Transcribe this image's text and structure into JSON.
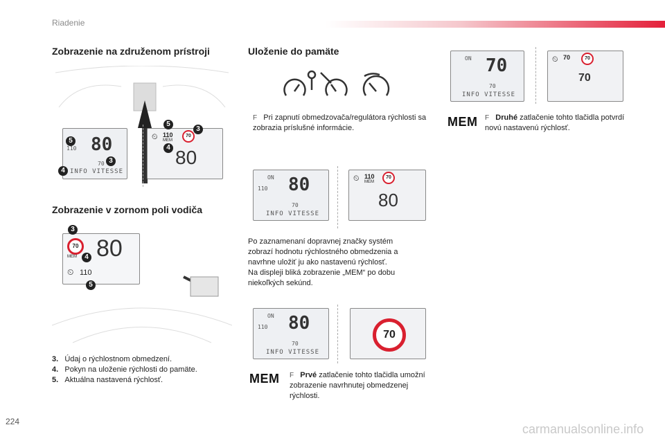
{
  "header": {
    "section": "Riadenie"
  },
  "page_number": "224",
  "left": {
    "title_cluster": "Zobrazenie na združenom prístroji",
    "title_hud": "Zobrazenie v zornom poli vodiča",
    "cluster": {
      "lcd_main_speed": "80",
      "lcd_limit": "110",
      "lcd_limit_small": "70",
      "lcd_info": "INFO VITESSE",
      "zoom_limit": "110",
      "zoom_mem": "MEM",
      "zoom_sign": "70",
      "zoom_speed": "80",
      "callouts": [
        "5",
        "3",
        "4",
        "4",
        "3",
        "5"
      ]
    },
    "hud": {
      "sign": "70",
      "mem": "MEM",
      "speed": "80",
      "limit": "110",
      "callouts": [
        "3",
        "4",
        "5"
      ]
    },
    "legend": [
      {
        "num": "3.",
        "text": "Údaj o rýchlostnom obmedzení."
      },
      {
        "num": "4.",
        "text": "Pokyn na uloženie rýchlosti do pamäte."
      },
      {
        "num": "5.",
        "text": "Aktuálna nastavená rýchlosť."
      }
    ]
  },
  "middle": {
    "title": "Uloženie do pamäte",
    "bullet_icon": "F",
    "text_1": "Pri zapnutí obmedzovača/regulátora rýchlosti sa zobrazia príslušné informácie.",
    "lcd_a": {
      "on": "ON",
      "limit": "110",
      "speed": "80",
      "small": "70",
      "info": "INFO VITESSE"
    },
    "zoom_a": {
      "limit": "110",
      "mem": "MEM",
      "sign": "70",
      "speed": "80"
    },
    "text_2_lines": [
      "Po zaznamenaní dopravnej značky systém",
      "zobrazí hodnotu rýchlostného obmedzenia a",
      "navrhne uložiť ju ako nastavenú rýchlosť.",
      "Na displeji bliká zobrazenie „MEM“ po dobu",
      "niekoľkých sekúnd."
    ],
    "lcd_b": {
      "on": "ON",
      "limit": "110",
      "speed": "80",
      "small": "70",
      "info": "INFO VITESSE"
    },
    "sign_b": "70",
    "mem_label": "MEM",
    "text_3_bold": "Prvé",
    "text_3": " zatlačenie tohto tlačidla umožní zobrazenie navrhnutej obmedzenej rýchlosti."
  },
  "right": {
    "lcd_c": {
      "on": "ON",
      "speed": "70",
      "small": "70",
      "info": "INFO VITESSE"
    },
    "zoom_c": {
      "limit": "70",
      "sign": "70",
      "speed": "70"
    },
    "mem_label": "MEM",
    "text_bold": "Druhé",
    "text": " zatlačenie tohto tlačidla potvrdí novú nastavenú rýchlosť."
  },
  "footer": {
    "watermark": "carmanualsonline.info"
  }
}
